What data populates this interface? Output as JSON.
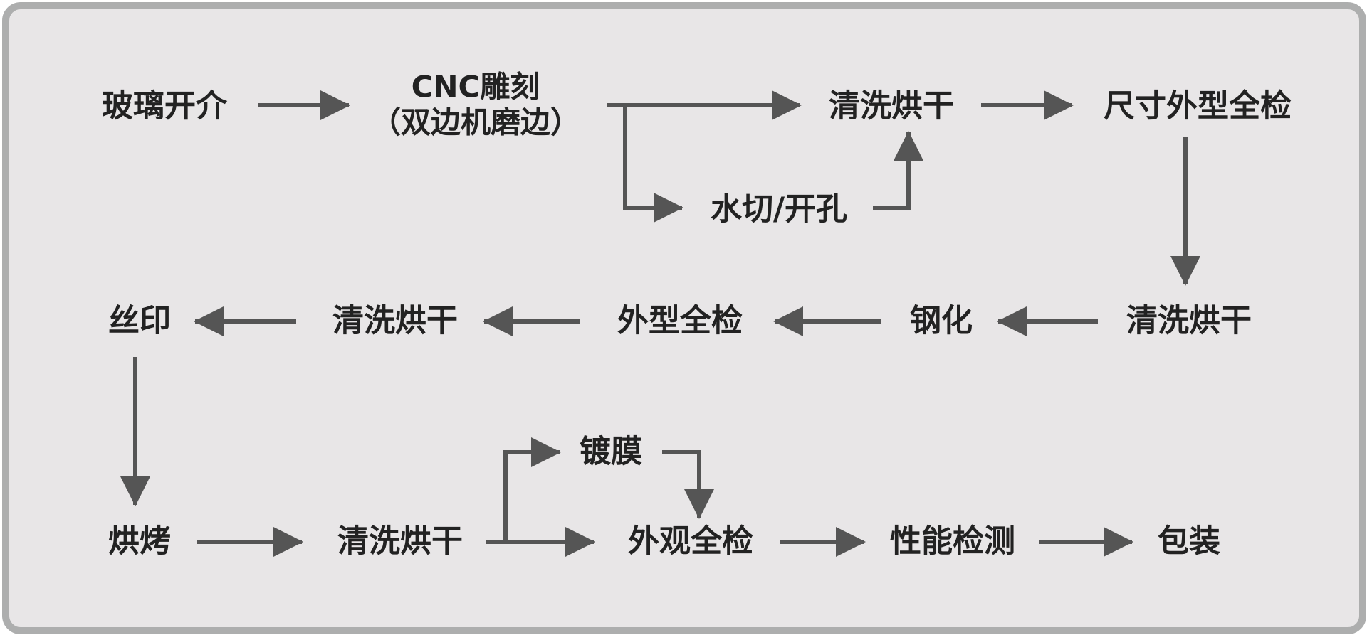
{
  "colors": {
    "background": "#e8e6e7",
    "border": "#adaeae",
    "arrow": "#555555",
    "text": "#222222"
  },
  "steps": {
    "glass_cut": "玻璃开介",
    "cnc_line1": "CNC雕刻",
    "cnc_line2": "（双边机磨边）",
    "clean_dry_1": "清洗烘干",
    "size_check": "尺寸外型全检",
    "waterjet": "水切/开孔",
    "clean_dry_2": "清洗烘干",
    "tempering": "钢化",
    "shape_check": "外型全检",
    "clean_dry_3": "清洗烘干",
    "silkscreen": "丝印",
    "baking": "烘烤",
    "clean_dry_4": "清洗烘干",
    "coating": "镀膜",
    "appearance_check": "外观全检",
    "performance_test": "性能检测",
    "packaging": "包装"
  }
}
